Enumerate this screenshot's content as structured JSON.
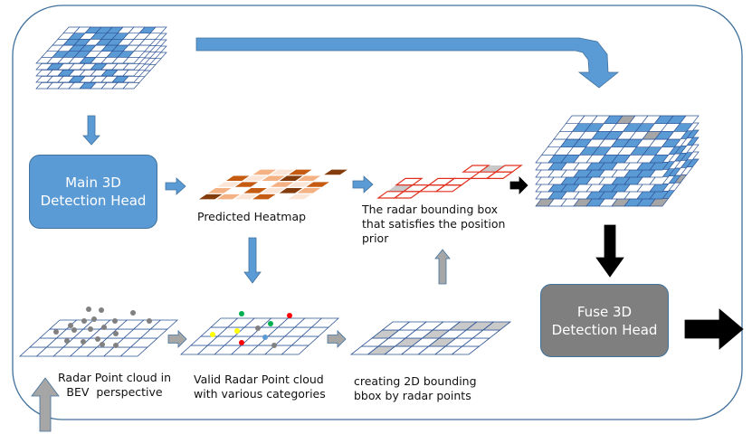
{
  "main_head": {
    "label": "Main 3D\nDetection Head",
    "color": "#5b9bd5",
    "border": "#41719c"
  },
  "fuse_head": {
    "label": "Fuse 3D\nDetection Head",
    "color": "#7f7f7f",
    "border": "#41719c"
  },
  "labels": {
    "predicted_heatmap": "Predicted Heatmap",
    "radar_bbox": "The radar bounding box\nthat satisfies the position\nprior",
    "radar_point_cloud": "Radar Point cloud in\nBEV  perspective",
    "valid_radar": "Valid Radar Point cloud\nwith various categories",
    "creating_bbox": "creating 2D bounding\nbbox by radar points"
  },
  "colors": {
    "arrow_blue": "#5b9bd5",
    "arrow_gray": "#a6a6a6",
    "arrow_black": "#000000",
    "grid_line": "#2f5597",
    "heat_dark": "#843c0c",
    "heat_mid": "#c55a11",
    "heat_light": "#f4b183",
    "heat_pale": "#fbe5d6",
    "bbox_red": "#e0301e",
    "point_gray": "#808080",
    "point_green": "#00b050",
    "point_red": "#ff0000",
    "point_yellow": "#ffff00",
    "point_blue": "#5b9bd5"
  }
}
